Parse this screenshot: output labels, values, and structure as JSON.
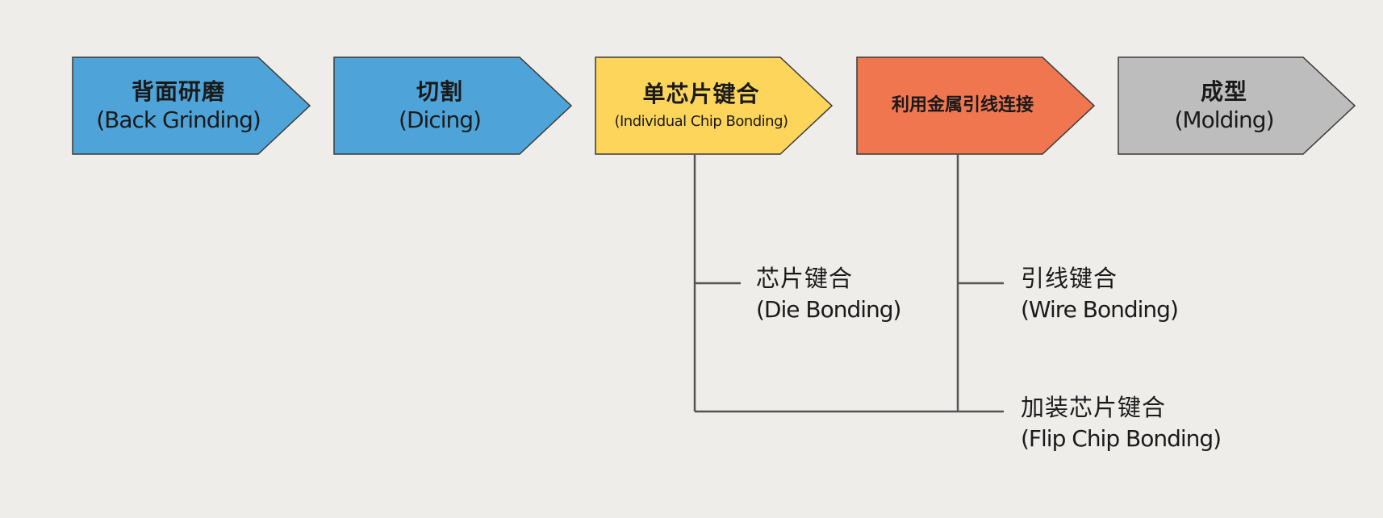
{
  "colors": {
    "background": "#efedea",
    "blue": "#4ea4d9",
    "yellow": "#fdd55a",
    "orange": "#f07650",
    "gray": "#bdbdbd",
    "stroke": "#3a3a3a",
    "line": "#555555"
  },
  "steps": [
    {
      "cn": "背面研磨",
      "en": "(Back Grinding)",
      "color": "blue"
    },
    {
      "cn": "切割",
      "en": "(Dicing)",
      "color": "blue"
    },
    {
      "cn": "单芯片键合",
      "en": "(Individual Chip Bonding)",
      "color": "yellow"
    },
    {
      "cn": "利用金属引线连接",
      "en": "",
      "color": "orange"
    },
    {
      "cn": "成型",
      "en": "(Molding)",
      "color": "gray"
    }
  ],
  "branches": {
    "die_bonding": {
      "cn": "芯片键合",
      "en": "(Die Bonding)"
    },
    "wire_bonding": {
      "cn": "引线键合",
      "en": "(Wire Bonding)"
    },
    "flip_chip_bonding": {
      "cn": "加装芯片键合",
      "en": "(Flip Chip Bonding)"
    }
  }
}
